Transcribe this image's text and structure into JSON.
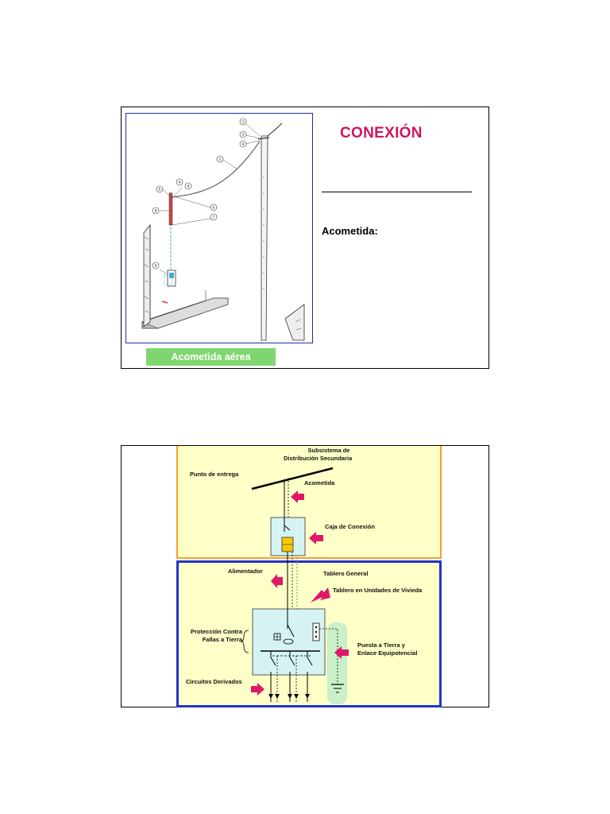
{
  "slide1": {
    "title": "CONEXIÓN",
    "subtitle": "Acometida:",
    "image_caption": "Acometida aérea",
    "callouts": [
      "1",
      "2",
      "3",
      "4",
      "4",
      "5",
      "6",
      "7",
      "8",
      "9",
      "9"
    ],
    "colors": {
      "title": "#d0155f",
      "frame": "#1f2fa8",
      "caption_bg": "#7fd66f"
    }
  },
  "slide2": {
    "labels": {
      "subsistema": "Subsistema de",
      "distribucion": "Distribución Secundaria",
      "punto_entrega": "Punto de entrega",
      "acometida": "Acometida",
      "caja_conexion": "Caja de Conexión",
      "alimentador": "Alimentador",
      "tablero_general": "Tablero General",
      "tablero_unidades": "Tablero en Unidades de Vivieda",
      "proteccion_1": "Protección Contra",
      "proteccion_2": "Fallas a Tierra",
      "puesta_tierra_1": "Puesta a Tierra y",
      "puesta_tierra_2": "Enlace Equipotencial",
      "circuitos": "Circuitos Derivados"
    },
    "colors": {
      "panel_bg": "#ffffc8",
      "top_border": "#f2a32c",
      "bottom_border": "#2235c6",
      "box_fill": "#d6f3f3",
      "arrow": "#e0186a",
      "ground": "#c9f0c9"
    }
  }
}
